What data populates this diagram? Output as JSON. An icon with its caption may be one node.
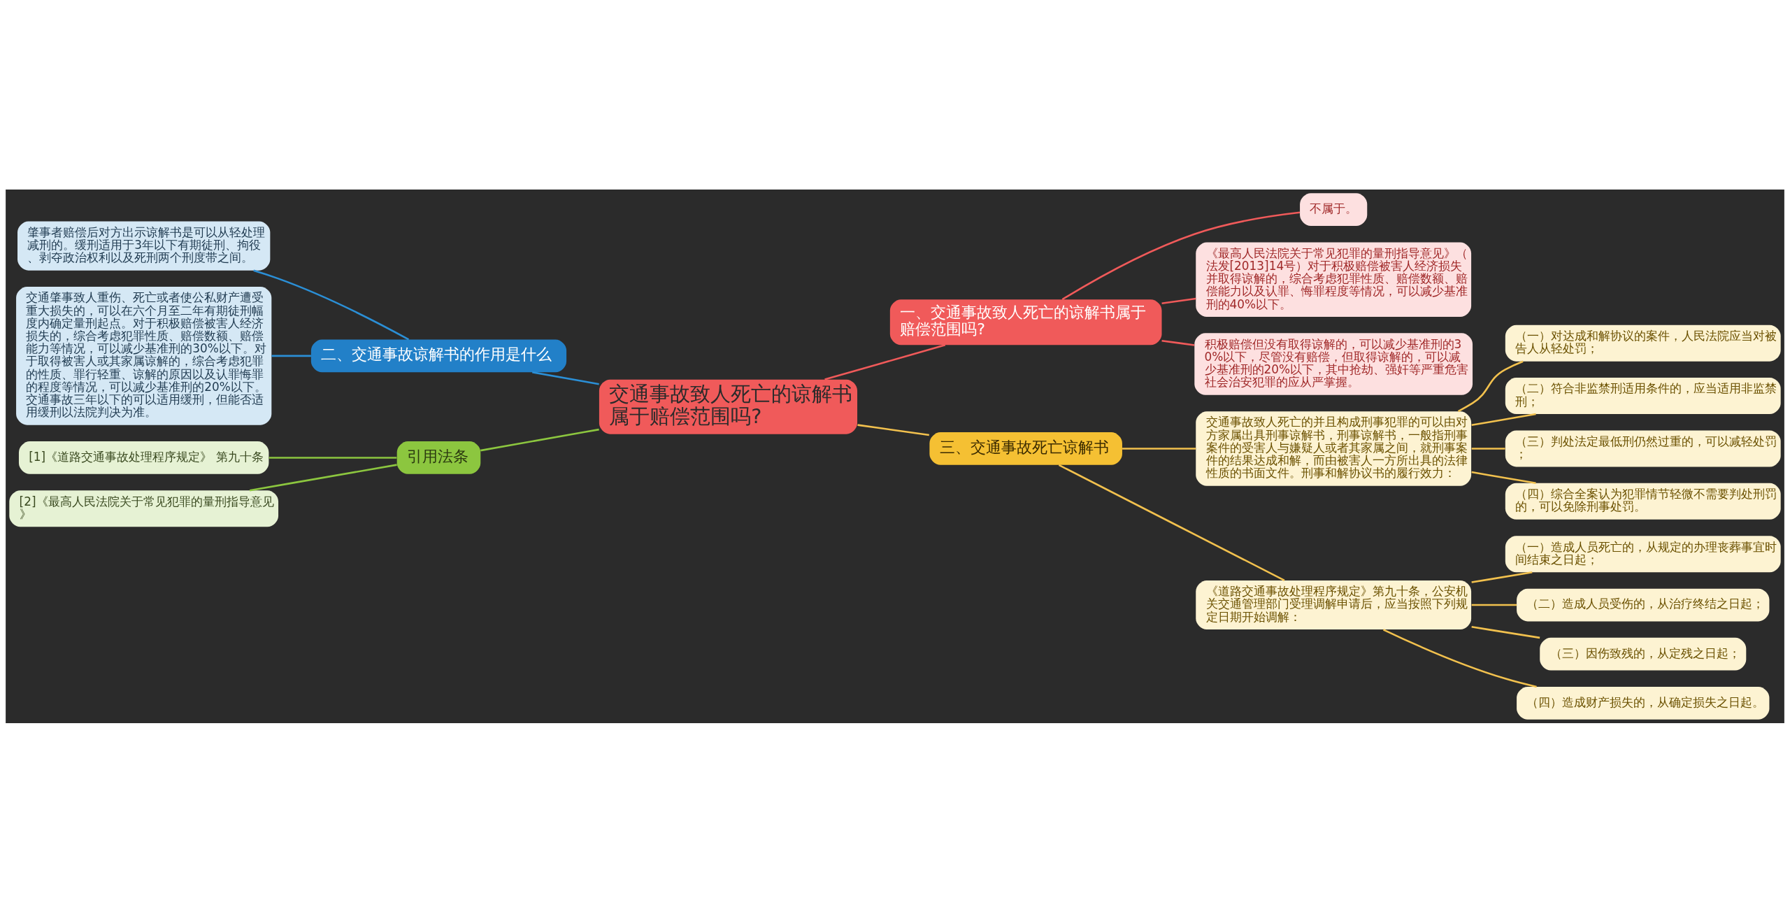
{
  "diagram": {
    "nodes": [
      {
        "text": [
          "交通事故致人死亡的谅解书属于赔偿范围吗?"
        ]
      },
      {
        "text": [
          "一、交通事故致人死亡的谅解书属于赔偿范围吗?"
        ]
      },
      {
        "text": [
          "不属于。"
        ]
      },
      {
        "text": [
          "《最高人民法院关于常见犯罪的量刑指导意见》（法发[2013]14号）对于积极赔偿被害人经济损失并取得谅解的，综合考虑犯罪性质、赔偿数额、赔偿能力以及认罪、悔罪程度等情况，可以减少基准刑的40%以下。"
        ]
      },
      {
        "text": [
          "积极赔偿但没有取得谅解的，可以减少基准刑的30%以下，尽管没有赔偿，但取得谅解的，可以减少基准刑的20%以下，其中抢劫、强奸等严重危害社会治安犯罪的应从严掌握。"
        ]
      },
      {
        "text": [
          "三、交通事故死亡谅解书"
        ]
      },
      {
        "text": [
          "交通事故致人死亡的并且构成刑事犯罪的可以由对方家属出具刑事谅解书，刑事谅解书，一般指刑事案件的受害人与嫌疑人或者其家属之间，就刑事案件的结果达成和解，而由被害人一方所出具的法律性质的书面文件。刑事和解协议书的履行效力："
        ]
      },
      {
        "text": [
          "（一）对达成和解协议的案件，人民法院应当对被告人从轻处罚；"
        ]
      },
      {
        "text": [
          "（二）符合非监禁刑适用条件的，应当适用非监禁刑；"
        ]
      },
      {
        "text": [
          "（三）判处法定最低刑仍然过重的，可以减轻处罚；"
        ]
      },
      {
        "text": [
          "（四）综合全案认为犯罪情节轻微不需要判处刑罚的，可以免除刑事处罚。"
        ]
      },
      {
        "text": [
          "《道路交通事故处理程序规定》第九十条，公安机关交通管理部门受理调解申请后，应当按照下列规定日期开始调解："
        ]
      },
      {
        "text": [
          "（一）造成人员死亡的，从规定的办理丧葬事宜时间结束之日起；"
        ]
      },
      {
        "text": [
          "（二）造成人员受伤的，从治疗终结之日起；"
        ]
      },
      {
        "text": [
          "（三）因伤致残的，从定残之日起；"
        ]
      },
      {
        "text": [
          "（四）造成财产损失的，从确定损失之日起。"
        ]
      },
      {
        "text": [
          "二、交通事故谅解书的作用是什么"
        ]
      },
      {
        "text": [
          "肇事者赔偿后对方出示谅解书是可以从轻处理减刑的。缓刑适用于3年以下有期徒刑、拘役、剥夺政治权利以及死刑两个刑度带之间。"
        ]
      },
      {
        "text": [
          "交通肇事致人重伤、死亡或者使公私财产遭受重大损失的，可以在六个月至二年有期徒刑幅度内确定量刑起点。对于积极赔偿被害人经济损失的，综合考虑犯罪性质、赔偿数额、赔偿能力等情况，可以减少基准刑的30%以下。对于取得被害人或其家属谅解的，综合考虑犯罪的性质、罪行轻重、谅解的原因以及认罪悔罪的程度等情况，可以减少基准刑的20%以下。交通事故三年以下的可以适用缓刑，但能否适用缓刑以法院判决为准。"
        ]
      },
      {
        "text": [
          "引用法条"
        ]
      },
      {
        "text": [
          "[1]《道路交通事故处理程序规定》 第九十条"
        ]
      },
      {
        "text": [
          "[2]《最高人民法院关于常见犯罪的量刑指导意见》"
        ]
      }
    ],
    "edges": [
      {
        "from": 0,
        "to": 1,
        "arrow": "none",
        "color": "#f05a5a"
      },
      {
        "from": 1,
        "to": 2,
        "arrow": "none",
        "color": "#f05a5a"
      },
      {
        "from": 1,
        "to": 3,
        "arrow": "none",
        "color": "#f05a5a"
      },
      {
        "from": 1,
        "to": 4,
        "arrow": "none",
        "color": "#f05a5a"
      },
      {
        "from": 0,
        "to": 5,
        "arrow": "none"
      },
      {
        "from": 5,
        "to": 6,
        "arrow": "none"
      },
      {
        "from": 6,
        "to": 7,
        "arrow": "none"
      },
      {
        "from": 6,
        "to": 8,
        "arrow": "none"
      },
      {
        "from": 6,
        "to": 9,
        "arrow": "none"
      },
      {
        "from": 6,
        "to": 10,
        "arrow": "none"
      },
      {
        "from": 5,
        "to": 11,
        "arrow": "none"
      },
      {
        "from": 11,
        "to": 12,
        "arrow": "none"
      },
      {
        "from": 11,
        "to": 13,
        "arrow": "none"
      },
      {
        "from": 11,
        "to": 14,
        "arrow": "none"
      },
      {
        "from": 11,
        "to": 15,
        "arrow": "none"
      },
      {
        "from": 0,
        "to": 16,
        "arrow": "none",
        "color": "#2b8fd6"
      },
      {
        "from": 16,
        "to": 17,
        "arrow": "none",
        "color": "#2b8fd6"
      },
      {
        "from": 16,
        "to": 18,
        "arrow": "none",
        "color": "#2b8fd6"
      },
      {
        "from": 0,
        "to": 19,
        "arrow": "none",
        "color": "#8cc63f"
      },
      {
        "from": 19,
        "to": 20,
        "arrow": "none",
        "color": "#8cc63f"
      },
      {
        "from": 19,
        "to": 21,
        "arrow": "none",
        "color": "#8cc63f"
      }
    ]
  }
}
